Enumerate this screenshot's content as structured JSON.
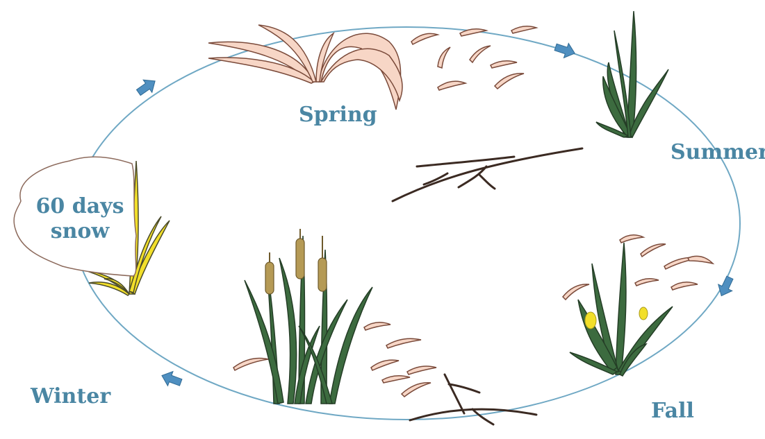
{
  "labels": {
    "spring": "Spring",
    "summer": "Summer",
    "fall": "Fall",
    "winter": "Winter",
    "snow": "60 days snow"
  },
  "colors": {
    "label_text": "#4a86a3",
    "cycle_line": "#6fa8c4",
    "arrow_fill": "#4f8fc0",
    "leaf_green": "#3c6b3f",
    "seed_pink": "#f7d6c6",
    "seed_cream": "#f8e6c8",
    "stick_brown": "#3b2a22",
    "cattail_brown": "#b59a55",
    "winter_yellow": "#f2df2a"
  },
  "icons": [
    "cycle-arrow-icon",
    "seed-icon",
    "stick-icon",
    "cattail-icon",
    "snow-patch-icon"
  ]
}
